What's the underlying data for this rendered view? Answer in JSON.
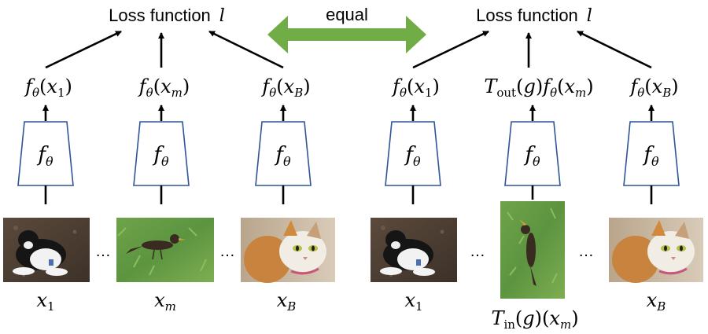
{
  "left_group": {
    "loss_label": "Loss function",
    "loss_symbol": "l",
    "outputs": [
      {
        "fn": "f",
        "sub": "θ",
        "arg": "x",
        "arg_sub": "1"
      },
      {
        "fn": "f",
        "sub": "θ",
        "arg": "x",
        "arg_sub": "m"
      },
      {
        "fn": "f",
        "sub": "θ",
        "arg": "x",
        "arg_sub": "B"
      }
    ],
    "inputs": [
      {
        "var": "x",
        "sub": "1",
        "image": "puppy-photo"
      },
      {
        "var": "x",
        "sub": "m",
        "image": "bird-photo"
      },
      {
        "var": "x",
        "sub": "B",
        "image": "cat-photo"
      }
    ]
  },
  "right_group": {
    "loss_label": "Loss function",
    "loss_symbol": "l",
    "output_1": {
      "fn": "f",
      "sub": "θ",
      "arg": "x",
      "arg_sub": "1"
    },
    "output_m": {
      "T": "T",
      "T_sub": "out",
      "g": "g",
      "fn": "f",
      "sub": "θ",
      "arg": "x",
      "arg_sub": "m"
    },
    "output_B": {
      "fn": "f",
      "sub": "θ",
      "arg": "x",
      "arg_sub": "B"
    },
    "input_1": {
      "var": "x",
      "sub": "1",
      "image": "puppy-photo"
    },
    "input_m": {
      "T": "T",
      "T_sub": "in",
      "g": "g",
      "var": "x",
      "sub": "m",
      "image": "rotated-bird-photo"
    },
    "input_B": {
      "var": "x",
      "sub": "B",
      "image": "cat-photo"
    }
  },
  "encoder": {
    "fn": "f",
    "sub": "θ"
  },
  "equal_label": "equal",
  "ellipsis": "…",
  "colors": {
    "arrow": "#70ad47",
    "block_stroke": "#2f5597",
    "text": "#000000"
  }
}
